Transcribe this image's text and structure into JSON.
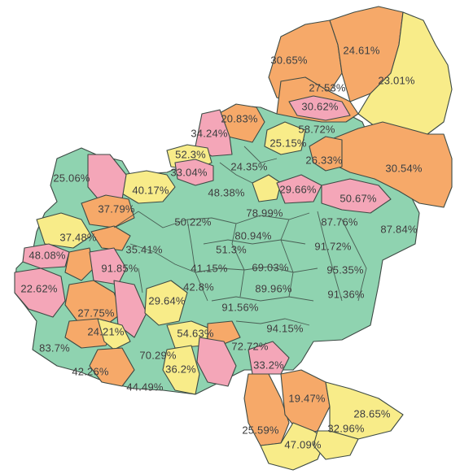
{
  "legend_colors": {
    "green": "#8fd3b0",
    "orange": "#f6a969",
    "yellow": "#f8ec89",
    "pink": "#f4a6b8"
  },
  "labels": [
    {
      "id": "l01",
      "text": "30.65%"
    },
    {
      "id": "l02",
      "text": "24.61%"
    },
    {
      "id": "l03",
      "text": "23.01%"
    },
    {
      "id": "l04",
      "text": "27.53%"
    },
    {
      "id": "l05",
      "text": "30.62%"
    },
    {
      "id": "l06",
      "text": "20.83%"
    },
    {
      "id": "l07",
      "text": "58.72%"
    },
    {
      "id": "l08",
      "text": "34.24%"
    },
    {
      "id": "l09",
      "text": "25.15%"
    },
    {
      "id": "l10",
      "text": "52.3%"
    },
    {
      "id": "l11",
      "text": "26.33%"
    },
    {
      "id": "l12",
      "text": "30.54%"
    },
    {
      "id": "l13",
      "text": "33.04%"
    },
    {
      "id": "l14",
      "text": "24.35%"
    },
    {
      "id": "l15",
      "text": "25.06%"
    },
    {
      "id": "l16",
      "text": "40.17%"
    },
    {
      "id": "l17",
      "text": "48.38%"
    },
    {
      "id": "l18",
      "text": "29.66%"
    },
    {
      "id": "l19",
      "text": "50.67%"
    },
    {
      "id": "l20",
      "text": "37.79%"
    },
    {
      "id": "l21",
      "text": "78.99%"
    },
    {
      "id": "l22",
      "text": "50.22%"
    },
    {
      "id": "l23",
      "text": "87.76%"
    },
    {
      "id": "l24",
      "text": "87.84%"
    },
    {
      "id": "l25",
      "text": "37.48%"
    },
    {
      "id": "l26",
      "text": "80.94%"
    },
    {
      "id": "l27",
      "text": "35.41%"
    },
    {
      "id": "l28",
      "text": "51.3%"
    },
    {
      "id": "l29",
      "text": "91.72%"
    },
    {
      "id": "l30",
      "text": "48.08%"
    },
    {
      "id": "l31",
      "text": "91.85%"
    },
    {
      "id": "l32",
      "text": "41.15%"
    },
    {
      "id": "l33",
      "text": "69.03%"
    },
    {
      "id": "l34",
      "text": "95.35%"
    },
    {
      "id": "l35",
      "text": "22.62%"
    },
    {
      "id": "l36",
      "text": "42.8%"
    },
    {
      "id": "l37",
      "text": "89.96%"
    },
    {
      "id": "l38",
      "text": "91.36%"
    },
    {
      "id": "l39",
      "text": "29.64%"
    },
    {
      "id": "l40",
      "text": "91.56%"
    },
    {
      "id": "l41",
      "text": "27.75%"
    },
    {
      "id": "l42",
      "text": "24.21%"
    },
    {
      "id": "l43",
      "text": "54.63%"
    },
    {
      "id": "l44",
      "text": "94.15%"
    },
    {
      "id": "l45",
      "text": "83.7%"
    },
    {
      "id": "l46",
      "text": "70.29%"
    },
    {
      "id": "l47",
      "text": "72.72%"
    },
    {
      "id": "l48",
      "text": "36.2%"
    },
    {
      "id": "l49",
      "text": "33.2%"
    },
    {
      "id": "l50",
      "text": "42.26%"
    },
    {
      "id": "l51",
      "text": "19.47%"
    },
    {
      "id": "l52",
      "text": "44.49%"
    },
    {
      "id": "l53",
      "text": "28.65%"
    },
    {
      "id": "l54",
      "text": "32.96%"
    },
    {
      "id": "l55",
      "text": "25.59%"
    },
    {
      "id": "l56",
      "text": "47.09%"
    }
  ]
}
